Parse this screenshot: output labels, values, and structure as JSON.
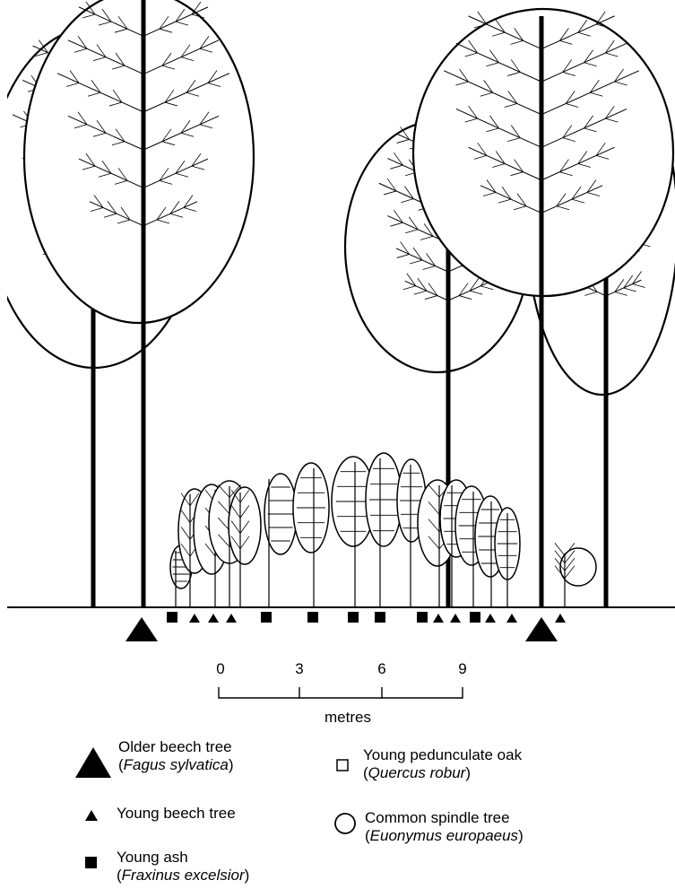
{
  "scale": {
    "ticks": [
      "0",
      "3",
      "6",
      "9"
    ],
    "unit": "metres"
  },
  "legend": {
    "older_beech": {
      "name": "Older beech tree",
      "latin": "Fagus sylvatica"
    },
    "young_beech": {
      "name": "Young beech tree"
    },
    "young_ash": {
      "name": "Young ash",
      "latin": "Fraxinus excelsior"
    },
    "young_oak": {
      "name": "Young pedunculate oak",
      "latin": "Quercus robur"
    },
    "spindle": {
      "name": "Common spindle tree",
      "latin": "Euonymus europaeus"
    }
  },
  "ground_markers": [
    "older-beech",
    "young-ash",
    "young-beech",
    "young-beech",
    "young-beech",
    "young-ash",
    "young-ash",
    "young-ash",
    "young-ash",
    "young-ash",
    "young-beech",
    "young-beech",
    "young-ash",
    "young-beech",
    "young-beech",
    "older-beech",
    "young-beech"
  ]
}
